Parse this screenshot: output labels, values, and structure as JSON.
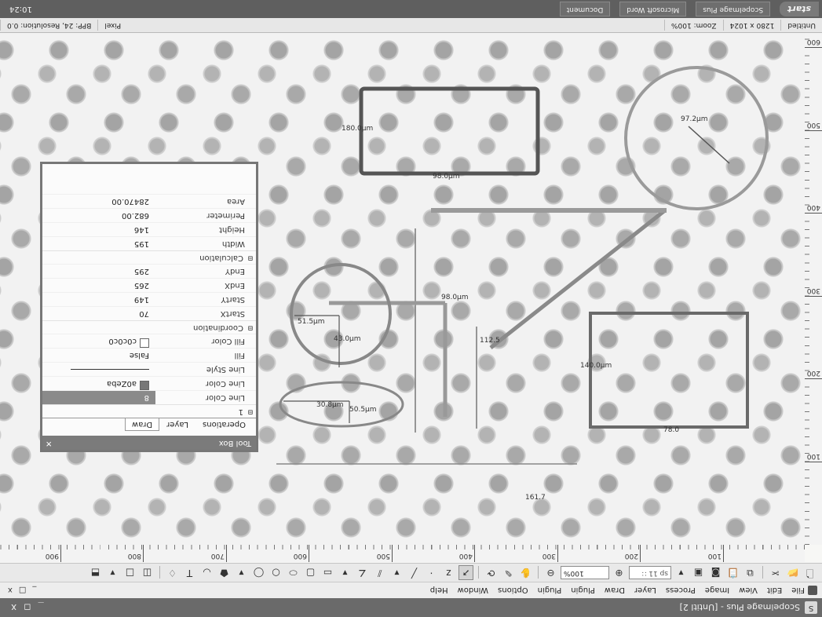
{
  "window": {
    "title": "Scopelmage Plus - [Untitl 2]",
    "controls": [
      "_",
      "□",
      "x"
    ]
  },
  "menu": [
    "File",
    "Edit",
    "View",
    "Image",
    "Process",
    "Layer",
    "Draw",
    "Plugin",
    "Plugin",
    "Options",
    "Window",
    "Help"
  ],
  "toolbar": {
    "zoom_value": "100%",
    "size_value": "sp 11 ∷"
  },
  "ruler": {
    "h_labels": [
      "100",
      "200",
      "300",
      "400",
      "500",
      "600",
      "700",
      "800",
      "900"
    ],
    "v_labels": [
      "100",
      "200",
      "300",
      "400",
      "500",
      "600"
    ]
  },
  "toolbox": {
    "title": "Tool Box",
    "tabs": [
      "Operations",
      "Layer",
      "Draw"
    ],
    "section_main": "1",
    "id_label": "Line Color",
    "id_value": "8",
    "line_color_label": "Line Color",
    "line_color_value": "a0Zeba",
    "line_style_label": "Line Style",
    "fill_label": "Fill",
    "fill_value": "False",
    "fill_color_label": "Fill Color",
    "fill_color_value": "c0c0c0",
    "section_coords": "Coordination",
    "start_x_label": "StartX",
    "start_x": "70",
    "start_y_label": "StartY",
    "start_y": "149",
    "end_x_label": "EndX",
    "end_x": "265",
    "end_y_label": "EndY",
    "end_y": "295",
    "section_calc": "Calculation",
    "width_label": "Width",
    "width": "195",
    "height_label": "Height",
    "height": "146",
    "perimeter_label": "Perimeter",
    "perimeter": "682.00",
    "area_label": "Area",
    "area": "28470.00"
  },
  "measurements": {
    "rect_top_label": "180.0µm",
    "rect_top_bottom": "98.0µm",
    "big_circle_label": "97.2µm",
    "line_label": "112.5",
    "bracket_label": "98.0µm",
    "small_circle_r": "51.5µm",
    "small_circle_d": "43.0µm",
    "ellipse_a": "30.8µm",
    "ellipse_b": "50.5µm",
    "rect_bottom_label": "140.0µm",
    "rect_bottom_under": "78.0",
    "bottom_text": "161.7"
  },
  "status": {
    "dims": "1280 x 1024",
    "zoom": "Zoom: 100%",
    "unit": "Pixel",
    "info": "BPP: 24, Resolution: 0.0",
    "left": "Untitled"
  },
  "taskbar": {
    "start_label": "start",
    "tasks": [
      "ScopeImage Plus",
      "Microsoft Word",
      "Document"
    ],
    "clock": "10:24"
  },
  "colors": {
    "accent": "#777777",
    "measure": "#666666"
  }
}
